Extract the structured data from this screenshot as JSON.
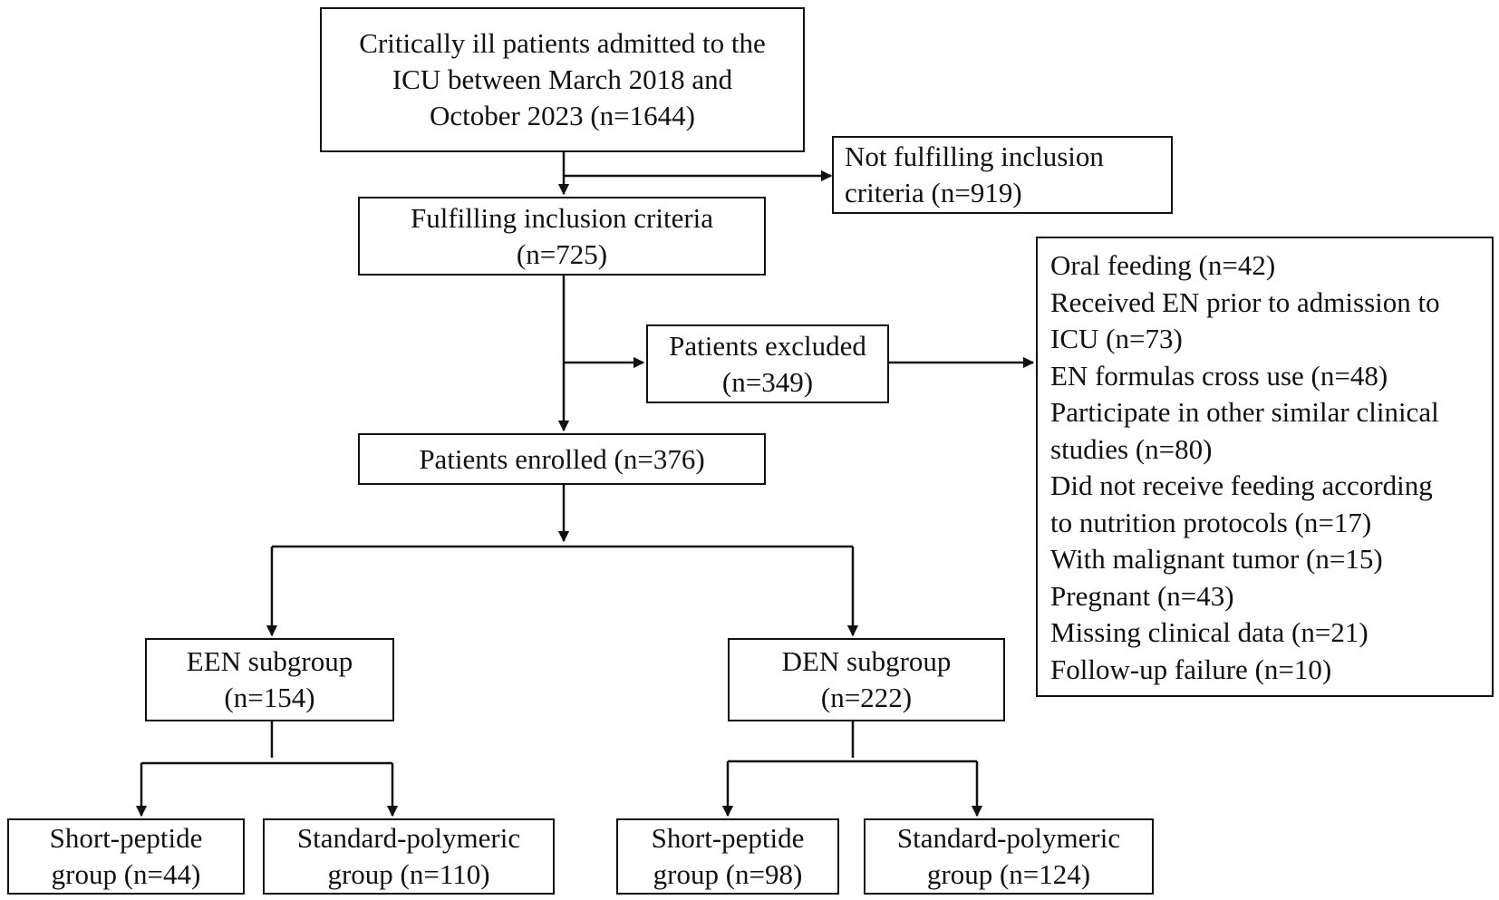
{
  "boxes": {
    "admitted": [
      "Critically ill patients admitted to the",
      "ICU between March 2018 and",
      "October 2023 (n=1644)"
    ],
    "not_fulfilling": [
      "Not fulfilling inclusion",
      "criteria (n=919)"
    ],
    "fulfilling": [
      "Fulfilling inclusion criteria",
      "(n=725)"
    ],
    "excluded": [
      "Patients excluded",
      "(n=349)"
    ],
    "enrolled": [
      "Patients enrolled (n=376)"
    ],
    "exclusion_reasons": [
      "Oral feeding (n=42)",
      "Received EN prior to admission to",
      "ICU (n=73)",
      "EN formulas cross use (n=48)",
      "Participate in other similar clinical",
      "studies (n=80)",
      "Did not receive feeding according",
      "to nutrition protocols (n=17)",
      "With malignant tumor (n=15)",
      "Pregnant (n=43)",
      "Missing clinical data (n=21)",
      "Follow-up failure (n=10)"
    ],
    "een": [
      "EEN subgroup",
      "(n=154)"
    ],
    "den": [
      "DEN subgroup",
      "(n=222)"
    ],
    "een_short": [
      "Short-peptide",
      "group (n=44)"
    ],
    "een_standard": [
      "Standard-polymeric",
      "group (n=110)"
    ],
    "den_short": [
      "Short-peptide",
      "group (n=98)"
    ],
    "den_standard": [
      "Standard-polymeric",
      "group (n=124)"
    ]
  }
}
